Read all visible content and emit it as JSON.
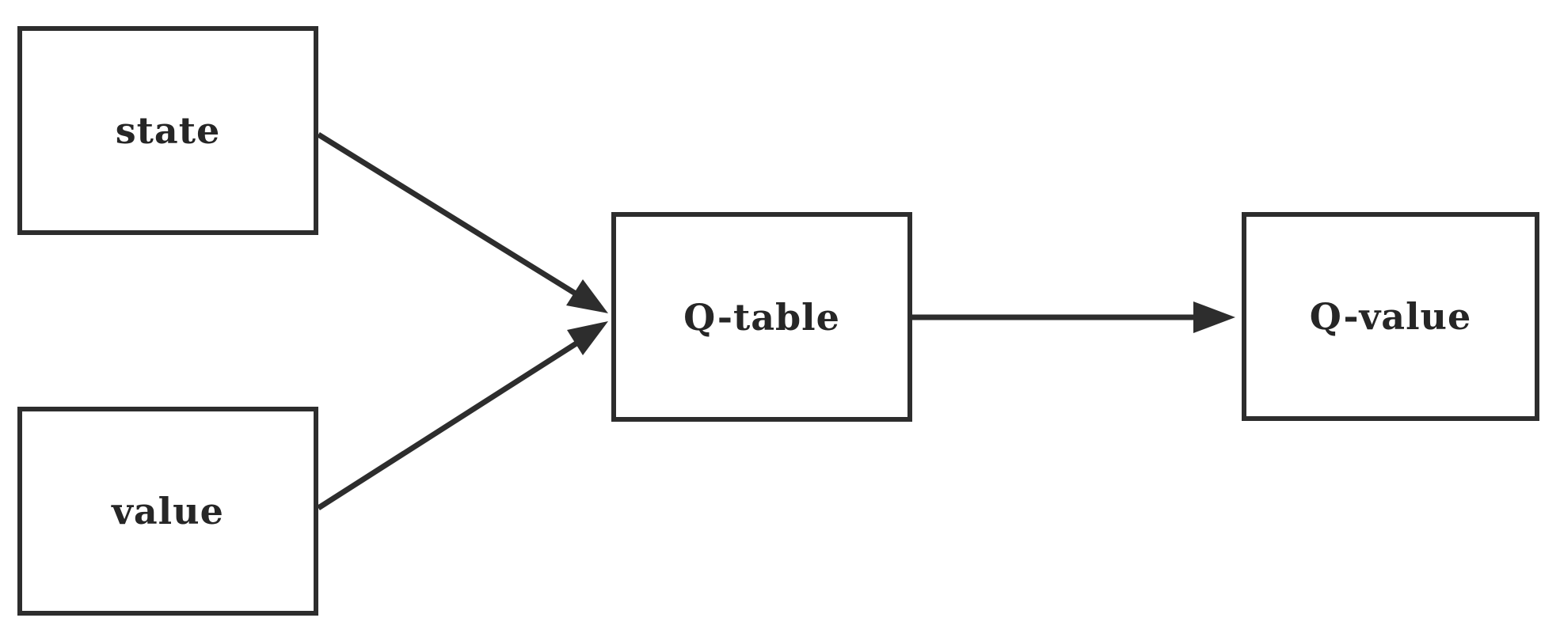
{
  "diagram": {
    "background_color": "#ffffff",
    "stroke_color": "#2d2d2d",
    "text_color": "#262626",
    "nodes": {
      "state": {
        "label": "state"
      },
      "value": {
        "label": "value"
      },
      "q_table": {
        "label": "Q-table"
      },
      "q_value": {
        "label": "Q-value"
      }
    },
    "edges": [
      {
        "from": "state",
        "to": "q_table"
      },
      {
        "from": "value",
        "to": "q_table"
      },
      {
        "from": "q_table",
        "to": "q_value"
      }
    ]
  }
}
